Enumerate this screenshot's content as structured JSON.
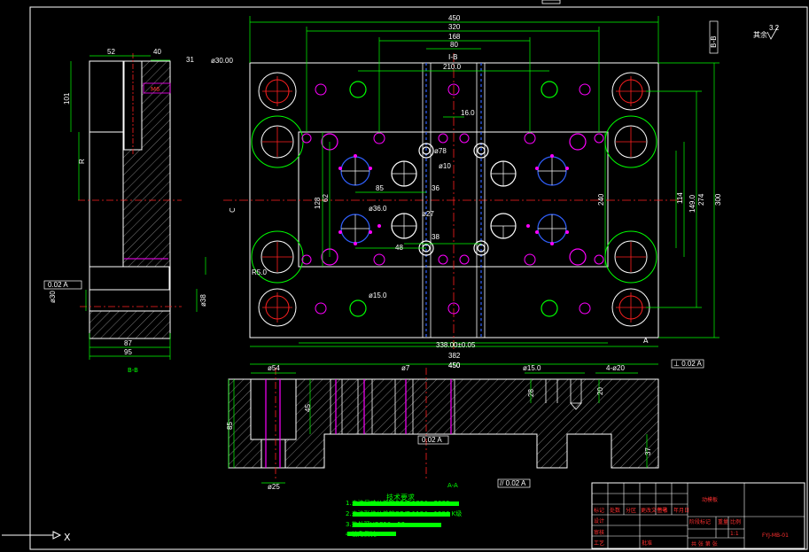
{
  "colors": {
    "background": "#000000",
    "outline": "#ffffff",
    "dimension": "#00ff00",
    "centerline": "#ff2020",
    "circle_magenta": "#ff00ff",
    "circle_blue": "#3060ff",
    "hatch": "#b0b0b0",
    "title_red": "#ff3030"
  },
  "top_view": {
    "top_dims": [
      "450",
      "320",
      "168",
      "80",
      "210.0",
      "16.0"
    ],
    "label_top": "I-B",
    "hole_dims": [
      "ø30.00",
      "ø78",
      "ø10",
      "ø36.0",
      "ø27",
      "85",
      "36",
      "38",
      "48",
      "ø15.0",
      "R5.0"
    ],
    "right_dims": [
      "240",
      "114",
      "149.0",
      "274",
      "300"
    ],
    "left_dims": [
      "128",
      "62"
    ],
    "bottom_dims": [
      "338.00±0.05",
      "382",
      "450"
    ],
    "section_marker": "C",
    "marker_a": "A"
  },
  "side_view": {
    "top_dims": [
      "52",
      "40",
      "31"
    ],
    "left_dims": [
      "101",
      "R"
    ],
    "callout_mid": "M6",
    "bottom_dims": [
      "87",
      "95"
    ],
    "left_callout": "ø30",
    "right_callout": "ø38",
    "section_label": "B-B",
    "tolerance_box": "0.02 A"
  },
  "front_view": {
    "top_dims": [
      "ø54",
      "ø7",
      "450",
      "ø15.0",
      "4-ø20"
    ],
    "left_dims": [
      "85",
      "45"
    ],
    "right_dims": [
      "28",
      "20",
      "37"
    ],
    "bottom_dims": [
      "ø25"
    ],
    "mid_box": "0.02 A",
    "section_label": "A-A",
    "tolerance_box_right": "⊥ 0.02 A",
    "tolerance_box_bottom": "// 0.02 A"
  },
  "notes": {
    "title": "技术要求",
    "lines": [
      "1.未注尺寸公差按GB/T 1804—2000 m",
      "2.未注形位公差按GB/T 1184—1996 K级",
      "3.热处理HRC50—52",
      "4.棱角倒钝"
    ]
  },
  "roughness": {
    "symbol": "其余",
    "value": "3.2"
  },
  "corner_box": "B-B",
  "title_block": {
    "part_name": "动模板",
    "drawing_no": "FYJ-MB-01",
    "row_labels": [
      "标记",
      "处数",
      "分区",
      "更改文件号",
      "签名",
      "年月日"
    ],
    "left_labels": [
      "设计",
      "审核",
      "工艺",
      "批准"
    ],
    "stage_labels": [
      "阶段标记",
      "重量",
      "比例"
    ],
    "scale": "1:1",
    "sheet": "共 张 第 张"
  },
  "ucs": {
    "x": "X"
  }
}
